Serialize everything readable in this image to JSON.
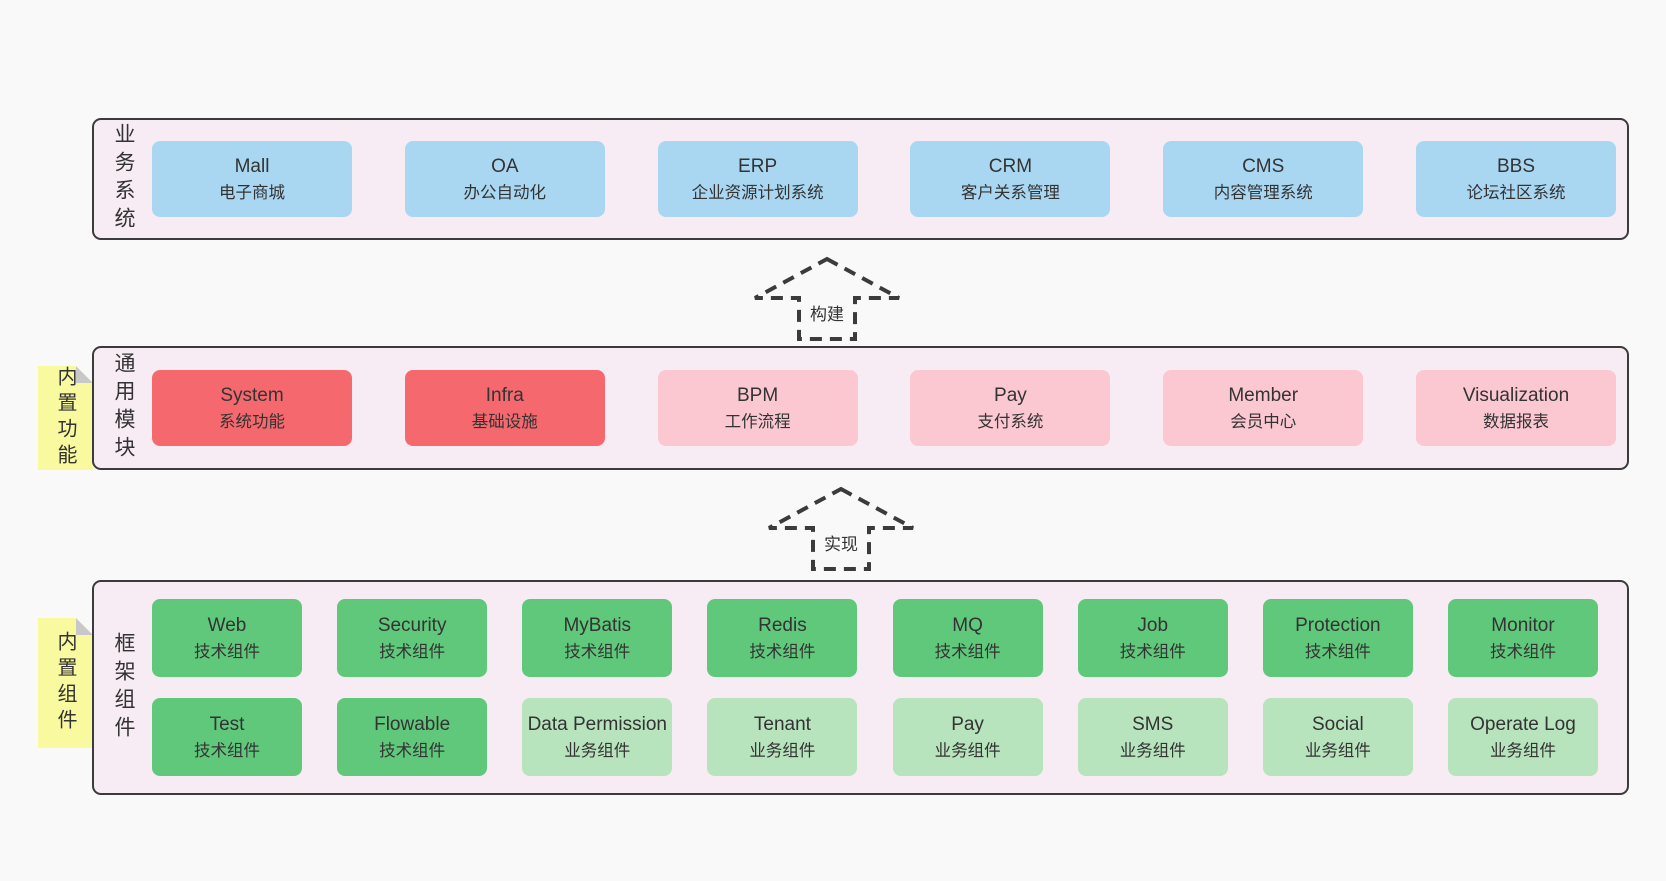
{
  "colors": {
    "page_background": "#f9f9f9",
    "band_background": "#f7ecf4",
    "band_border": "#3b3b3b",
    "blue_box": "#a9d7f2",
    "red_box": "#f5696e",
    "pink_box": "#fbc8d2",
    "green_box": "#60c87b",
    "light_green_box": "#b7e3bd",
    "sticky_yellow": "#f9f99f",
    "sticky_fold": "#c8c8c8",
    "text": "#333333"
  },
  "arrows": {
    "build": "构建",
    "implement": "实现"
  },
  "business_layer": {
    "label": "业务系统",
    "boxes": [
      {
        "name": "Mall",
        "desc": "电子商城"
      },
      {
        "name": "OA",
        "desc": "办公自动化"
      },
      {
        "name": "ERP",
        "desc": "企业资源计划系统"
      },
      {
        "name": "CRM",
        "desc": "客户关系管理"
      },
      {
        "name": "CMS",
        "desc": "内容管理系统"
      },
      {
        "name": "BBS",
        "desc": "论坛社区系统"
      }
    ]
  },
  "modules_layer": {
    "sticky": "内置功能",
    "label": "通用模块",
    "boxes": [
      {
        "name": "System",
        "desc": "系统功能"
      },
      {
        "name": "Infra",
        "desc": "基础设施"
      },
      {
        "name": "BPM",
        "desc": "工作流程"
      },
      {
        "name": "Pay",
        "desc": "支付系统"
      },
      {
        "name": "Member",
        "desc": "会员中心"
      },
      {
        "name": "Visualization",
        "desc": "数据报表"
      }
    ]
  },
  "components_layer": {
    "sticky": "内置组件",
    "label": "框架组件",
    "row1": [
      {
        "name": "Web",
        "desc": "技术组件"
      },
      {
        "name": "Security",
        "desc": "技术组件"
      },
      {
        "name": "MyBatis",
        "desc": "技术组件"
      },
      {
        "name": "Redis",
        "desc": "技术组件"
      },
      {
        "name": "MQ",
        "desc": "技术组件"
      },
      {
        "name": "Job",
        "desc": "技术组件"
      },
      {
        "name": "Protection",
        "desc": "技术组件"
      },
      {
        "name": "Monitor",
        "desc": "技术组件"
      }
    ],
    "row2": [
      {
        "name": "Test",
        "desc": "技术组件"
      },
      {
        "name": "Flowable",
        "desc": "技术组件"
      },
      {
        "name": "Data Permission",
        "desc": "业务组件"
      },
      {
        "name": "Tenant",
        "desc": "业务组件"
      },
      {
        "name": "Pay",
        "desc": "业务组件"
      },
      {
        "name": "SMS",
        "desc": "业务组件"
      },
      {
        "name": "Social",
        "desc": "业务组件"
      },
      {
        "name": "Operate Log",
        "desc": "业务组件"
      }
    ]
  }
}
